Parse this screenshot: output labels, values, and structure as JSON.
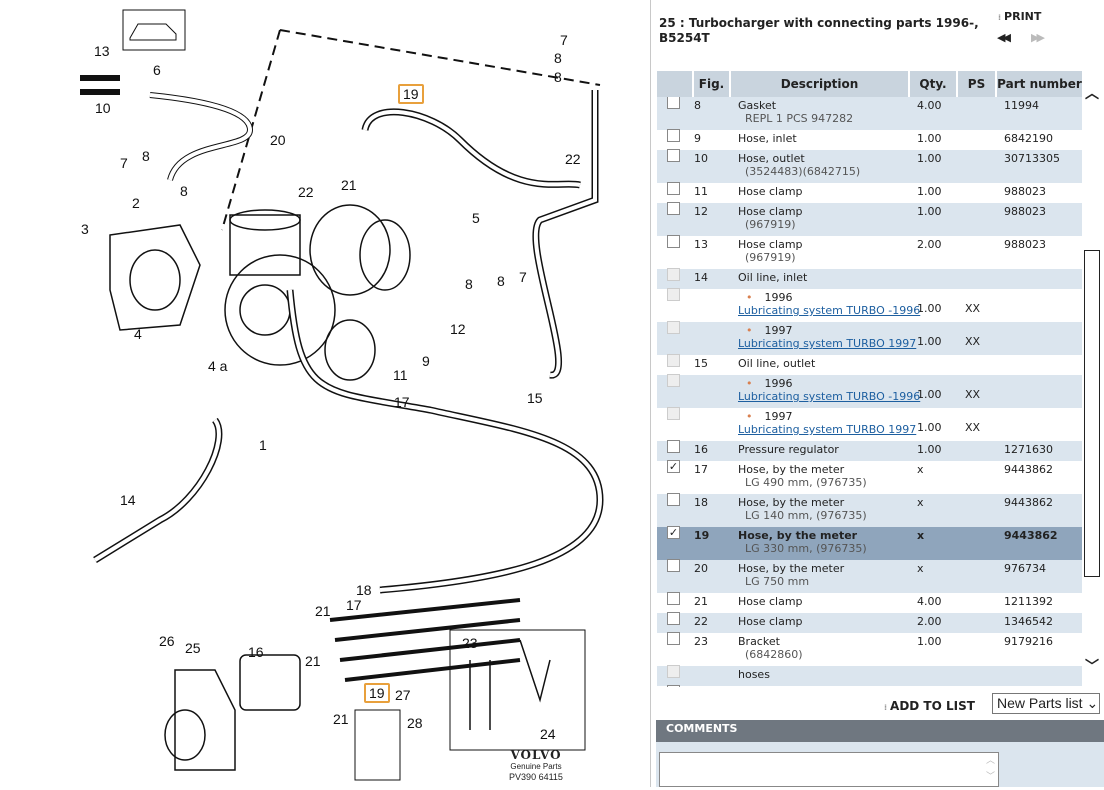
{
  "diagram": {
    "callouts": [
      "13",
      "6",
      "10",
      "7",
      "8",
      "8",
      "2",
      "3",
      "4",
      "4 a",
      "1",
      "14",
      "20",
      "19",
      "21",
      "22",
      "22",
      "7",
      "8",
      "8",
      "5",
      "8",
      "8",
      "7",
      "12",
      "9",
      "11",
      "15",
      "17",
      "18",
      "17",
      "21",
      "21",
      "21",
      "16",
      "26",
      "25",
      "19",
      "27",
      "23",
      "24",
      "28"
    ],
    "logo": {
      "brand": "VOLVO",
      "tagline": "Genuine Parts",
      "code": "PV390 64115"
    },
    "highlight_color": "#e8a03c"
  },
  "header": {
    "title": "25 : Turbocharger with connecting parts 1996-, B5254T",
    "print_label": "PRINT",
    "prev_icon": "double-left-arrow",
    "next_icon": "double-right-arrow"
  },
  "table": {
    "columns": [
      "",
      "Fig.",
      "Description",
      "Qty.",
      "PS",
      "Part number"
    ],
    "rows": [
      {
        "fig": "8",
        "desc": "Gasket",
        "sub": "REPL 1 PCS 947282",
        "qty": "4.00",
        "ps": "",
        "pn": "11994",
        "checked": false
      },
      {
        "fig": "9",
        "desc": "Hose, inlet",
        "qty": "1.00",
        "pn": "6842190",
        "checked": false
      },
      {
        "fig": "10",
        "desc": "Hose, outlet",
        "sub": "(3524483)(6842715)",
        "qty": "1.00",
        "pn": "30713305",
        "checked": false
      },
      {
        "fig": "11",
        "desc": "Hose clamp",
        "qty": "1.00",
        "pn": "988023",
        "checked": false
      },
      {
        "fig": "12",
        "desc": "Hose clamp",
        "sub": "(967919)",
        "qty": "1.00",
        "pn": "988023",
        "checked": false
      },
      {
        "fig": "13",
        "desc": "Hose clamp",
        "sub": "(967919)",
        "qty": "2.00",
        "pn": "988023",
        "checked": false
      },
      {
        "fig": "14",
        "desc": "Oil line, inlet",
        "disabled": true
      },
      {
        "variant": "1996",
        "link": "Lubricating system TURBO -1996",
        "qty": "1.00",
        "ps": "XX",
        "disabled": true
      },
      {
        "variant": "1997",
        "link": "Lubricating system TURBO 1997",
        "qty": "1.00",
        "ps": "XX",
        "disabled": true
      },
      {
        "fig": "15",
        "desc": "Oil line, outlet",
        "disabled": true
      },
      {
        "variant": "1996",
        "link": "Lubricating system TURBO -1996",
        "qty": "1.00",
        "ps": "XX",
        "disabled": true
      },
      {
        "variant": "1997",
        "link": "Lubricating system TURBO 1997",
        "qty": "1.00",
        "ps": "XX",
        "disabled": true
      },
      {
        "fig": "16",
        "desc": "Pressure regulator",
        "qty": "1.00",
        "pn": "1271630",
        "checked": false
      },
      {
        "fig": "17",
        "desc": "Hose, by the meter",
        "sub": "LG 490 mm, (976735)",
        "qty": "x",
        "pn": "9443862",
        "checked": true
      },
      {
        "fig": "18",
        "desc": "Hose, by the meter",
        "sub": "LG 140 mm, (976735)",
        "qty": "x",
        "pn": "9443862",
        "checked": false
      },
      {
        "fig": "19",
        "desc": "Hose, by the meter",
        "sub": "LG 330 mm, (976735)",
        "qty": "x",
        "pn": "9443862",
        "checked": true,
        "selected": true
      },
      {
        "fig": "20",
        "desc": "Hose, by the meter",
        "sub": "LG 750 mm",
        "qty": "x",
        "pn": "976734",
        "checked": false
      },
      {
        "fig": "21",
        "desc": "Hose clamp",
        "qty": "4.00",
        "pn": "1211392",
        "checked": false
      },
      {
        "fig": "22",
        "desc": "Hose clamp",
        "qty": "2.00",
        "pn": "1346542",
        "checked": false
      },
      {
        "fig": "23",
        "desc": "Bracket",
        "sub": "(6842860)",
        "qty": "1.00",
        "pn": "9179216",
        "checked": false
      },
      {
        "fig": "",
        "desc": "hoses",
        "disabled": true
      }
    ]
  },
  "actions": {
    "add_to_list": "ADD TO LIST",
    "parts_list_selected": "New Parts list"
  },
  "comments": {
    "label": "COMMENTS",
    "value": ""
  }
}
